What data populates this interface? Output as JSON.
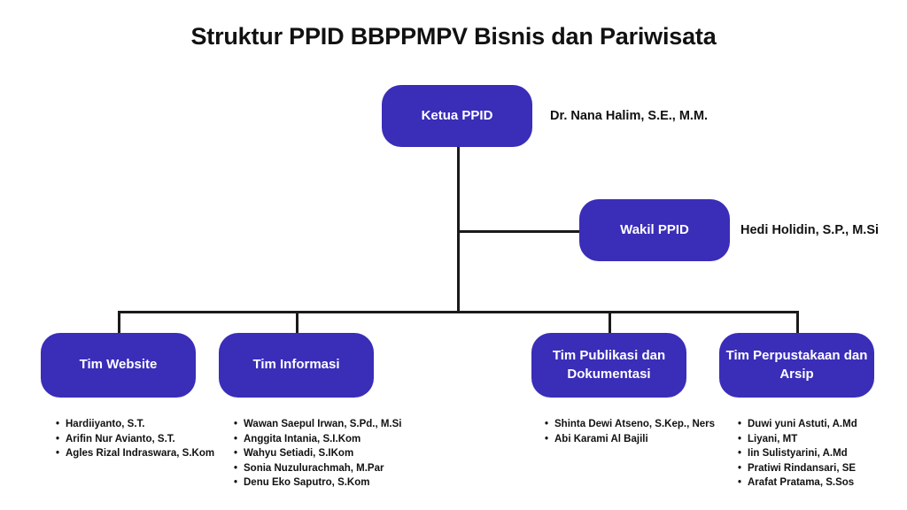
{
  "title": "Struktur PPID BBPPMPV Bisnis dan Pariwisata",
  "chart_data": {
    "type": "diagram",
    "diagram_type": "organizational-chart",
    "title": "Struktur PPID BBPPMPV Bisnis dan Pariwisata",
    "accent_color": "#3a2db8",
    "text_color": "#111111",
    "line_color": "#1a1a1a",
    "nodes": [
      {
        "id": "ketua",
        "label": "Ketua PPID",
        "person": "Dr. Nana Halim, S.E., M.M.",
        "level": 0,
        "members": []
      },
      {
        "id": "wakil",
        "label": "Wakil PPID",
        "person": "Hedi Holidin, S.P., M.Si",
        "level": 1,
        "members": []
      },
      {
        "id": "tim-website",
        "label": "Tim Website",
        "person": "",
        "level": 2,
        "members": [
          "Hardiiyanto, S.T.",
          "Arifin Nur Avianto, S.T.",
          "Agles Rizal Indraswara, S.Kom"
        ]
      },
      {
        "id": "tim-informasi",
        "label": "Tim Informasi",
        "person": "",
        "level": 2,
        "members": [
          "Wawan Saepul Irwan, S.Pd., M.Si",
          "Anggita Intania, S.I.Kom",
          "Wahyu Setiadi, S.IKom",
          "Sonia Nuzulurachmah, M.Par",
          "Denu Eko Saputro, S.Kom"
        ]
      },
      {
        "id": "tim-publikasi",
        "label": "Tim Publikasi dan Dokumentasi",
        "person": "",
        "level": 2,
        "members": [
          "Shinta Dewi Atseno, S.Kep., Ners",
          "Abi Karami Al Bajili"
        ]
      },
      {
        "id": "tim-perpustakaan",
        "label": "Tim Perpustakaan dan Arsip",
        "person": "",
        "level": 2,
        "members": [
          "Duwi yuni Astuti, A.Md",
          "Liyani, MT",
          "Iin Sulistyarini, A.Md",
          "Pratiwi Rindansari, SE",
          "Arafat Pratama, S.Sos"
        ]
      }
    ],
    "edges": [
      {
        "from": "ketua",
        "to": "wakil"
      },
      {
        "from": "ketua",
        "to": "tim-website"
      },
      {
        "from": "ketua",
        "to": "tim-informasi"
      },
      {
        "from": "ketua",
        "to": "tim-publikasi"
      },
      {
        "from": "ketua",
        "to": "tim-perpustakaan"
      }
    ]
  }
}
